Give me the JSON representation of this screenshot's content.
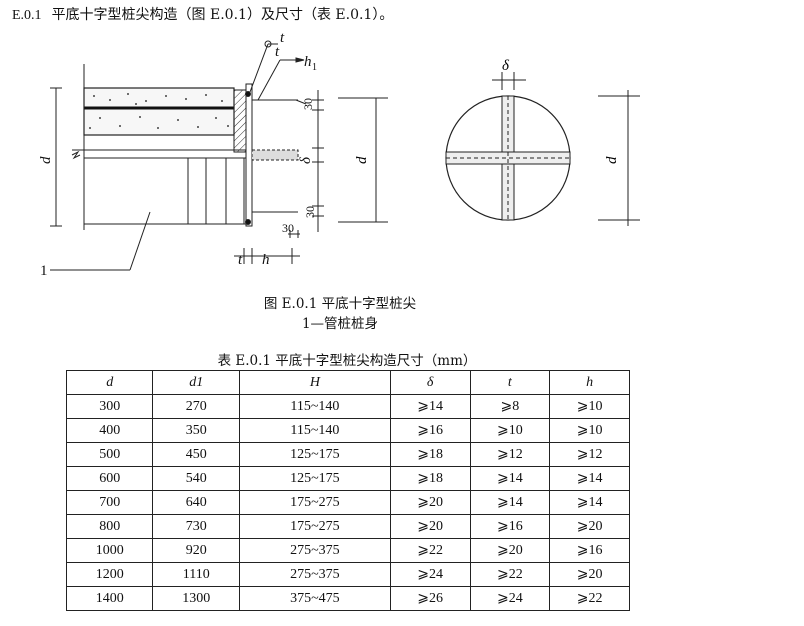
{
  "heading": {
    "code": "E.0.1",
    "text": "平底十字型桩尖构造（图  E.0.1）及尺寸（表  E.0.1）。"
  },
  "figure": {
    "labels": {
      "t_top1": "t",
      "t_top2": "t",
      "h_top": "h",
      "h_sub": "1",
      "d_left": "d",
      "thirty_top": "30",
      "delta_mid": "δ",
      "thirty_bottom": "30",
      "thirty_low": "30",
      "d_mid": "d",
      "delta_top": "δ",
      "d_right": "d",
      "item_1": "1",
      "t_bottom": "t",
      "h_bottom": "h"
    },
    "caption": "图 E.0.1   平底十字型桩尖",
    "legend": "1—管桩桩身"
  },
  "table": {
    "caption": "表 E.0.1   平底十字型桩尖构造尺寸（mm）",
    "headers": [
      "d",
      "d1",
      "H",
      "δ",
      "t",
      "h"
    ],
    "rows": [
      [
        "300",
        "270",
        "115~140",
        "⩾14",
        "⩾8",
        "⩾10"
      ],
      [
        "400",
        "350",
        "115~140",
        "⩾16",
        "⩾10",
        "⩾10"
      ],
      [
        "500",
        "450",
        "125~175",
        "⩾18",
        "⩾12",
        "⩾12"
      ],
      [
        "600",
        "540",
        "125~175",
        "⩾18",
        "⩾14",
        "⩾14"
      ],
      [
        "700",
        "640",
        "175~275",
        "⩾20",
        "⩾14",
        "⩾14"
      ],
      [
        "800",
        "730",
        "175~275",
        "⩾20",
        "⩾16",
        "⩾20"
      ],
      [
        "1000",
        "920",
        "275~375",
        "⩾22",
        "⩾20",
        "⩾16"
      ],
      [
        "1200",
        "1110",
        "275~375",
        "⩾24",
        "⩾22",
        "⩾20"
      ],
      [
        "1400",
        "1300",
        "375~475",
        "⩾26",
        "⩾24",
        "⩾22"
      ]
    ]
  }
}
